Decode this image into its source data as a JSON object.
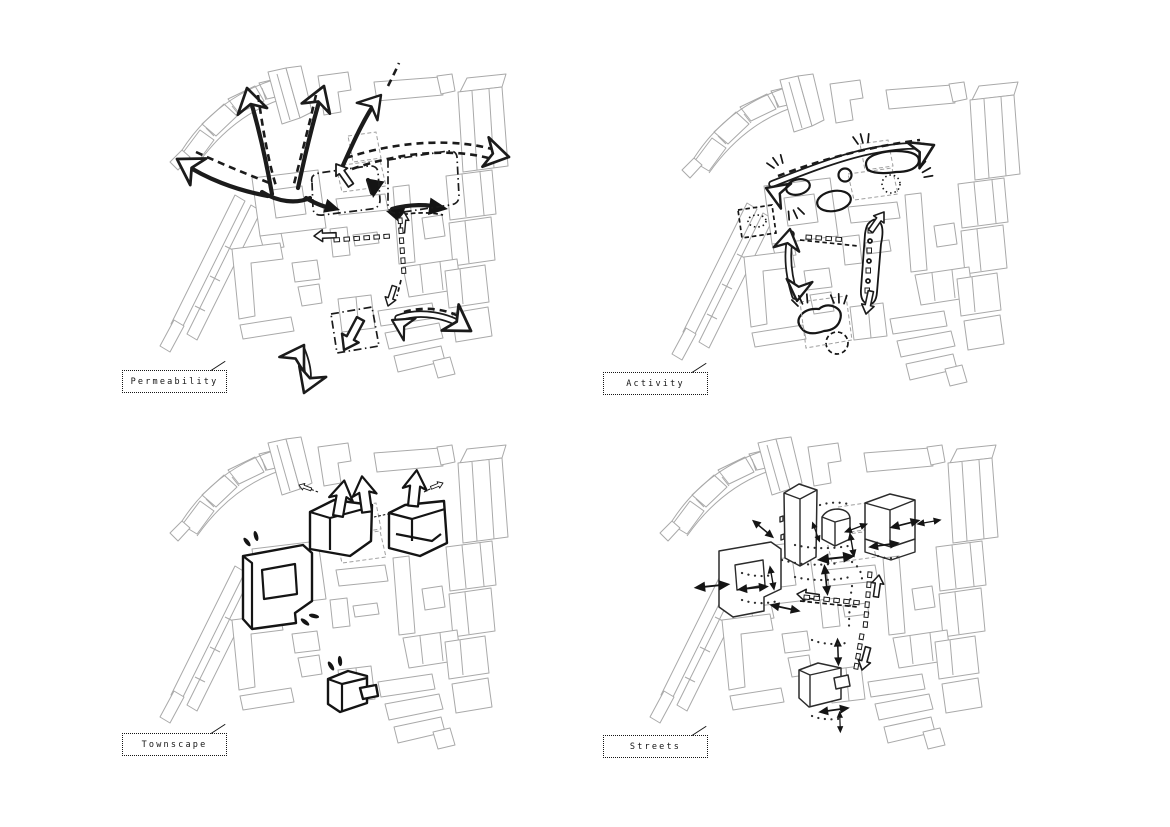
{
  "sheet": {
    "background_color": "#ffffff",
    "ink_color": "#1b1b1b",
    "faint_color": "#a9a9a9"
  },
  "panels": [
    {
      "label": "Permeability"
    },
    {
      "label": "Activity"
    },
    {
      "label": "Townscape"
    },
    {
      "label": "Streets"
    }
  ]
}
